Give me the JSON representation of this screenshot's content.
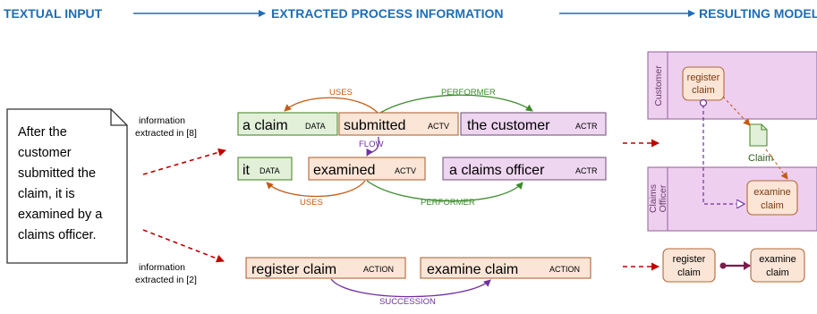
{
  "headers": {
    "textual_input": "TEXTUAL INPUT",
    "extracted": "EXTRACTED PROCESS INFORMATION",
    "resulting": "RESULTING MODEL"
  },
  "input_text": [
    "After the",
    "customer",
    "submitted the",
    "claim, it is",
    "examined by a",
    "claims officer."
  ],
  "source_top": [
    "information",
    "extracted in [8]"
  ],
  "source_bottom": [
    "information",
    "extracted in [2]"
  ],
  "row1": {
    "claim": {
      "text": "a claim",
      "tag": "DATA"
    },
    "submitted": {
      "text": "submitted",
      "tag": "ACTV"
    },
    "customer": {
      "text": "the customer",
      "tag": "ACTR"
    }
  },
  "row2": {
    "it": {
      "text": "it",
      "tag": "DATA"
    },
    "examined": {
      "text": "examined",
      "tag": "ACTV"
    },
    "officer": {
      "text": "a claims officer",
      "tag": "ACTR"
    }
  },
  "relations": {
    "uses_top": "USES",
    "performer_top": "PERFORMER",
    "flow": "FLOW",
    "uses_bottom": "USES",
    "performer_bottom": "PERFORMER",
    "succession": "SUCCESSION"
  },
  "row3": {
    "register": {
      "text": "register claim",
      "tag": "ACTION"
    },
    "examine": {
      "text": "examine claim",
      "tag": "ACTION"
    }
  },
  "model": {
    "lane_customer": "Customer",
    "lane_officer": [
      "Claims",
      "Officer"
    ],
    "register_task": [
      "register",
      "claim"
    ],
    "examine_task": [
      "examine",
      "claim"
    ],
    "data_object": "Claim",
    "seq_register": [
      "register",
      "claim"
    ],
    "seq_examine": [
      "examine",
      "claim"
    ]
  },
  "colors": {
    "header": "#1f6db5",
    "data_fill": "#e2f0d9",
    "data_stroke": "#4e8a2f",
    "actv_fill": "#fbe5d6",
    "actv_stroke": "#b0683a",
    "actr_fill": "#eed5f0",
    "actr_stroke": "#7a5a80",
    "uses": "#c55a11",
    "performer": "#3a8a2a",
    "flow": "#7030a0",
    "dashed": "#c00000",
    "lane": "#eecff0",
    "lane_stroke": "#9b6aa0",
    "seq": "#7a1c4b"
  }
}
